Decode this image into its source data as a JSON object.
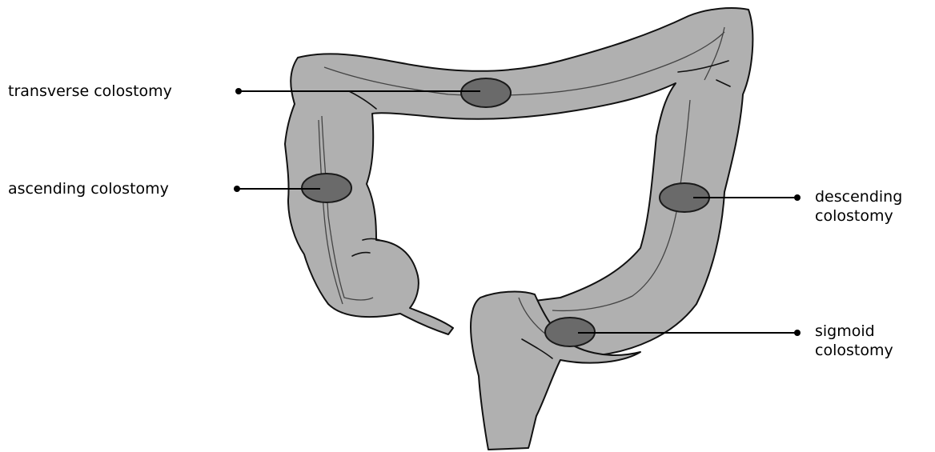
{
  "colors": {
    "background": "#ffffff",
    "colon_fill": "#b0b0b0",
    "colon_outline": "#111111",
    "stoma_fill": "#6a6a6a",
    "stoma_outline": "#1a1a1a",
    "leader_line": "#000000"
  },
  "labels": {
    "transverse": "transverse colostomy",
    "ascending": "ascending colostomy",
    "descending_line1": "descending",
    "descending_line2": "colostomy",
    "sigmoid_line1": "sigmoid",
    "sigmoid_line2": "colostomy"
  }
}
